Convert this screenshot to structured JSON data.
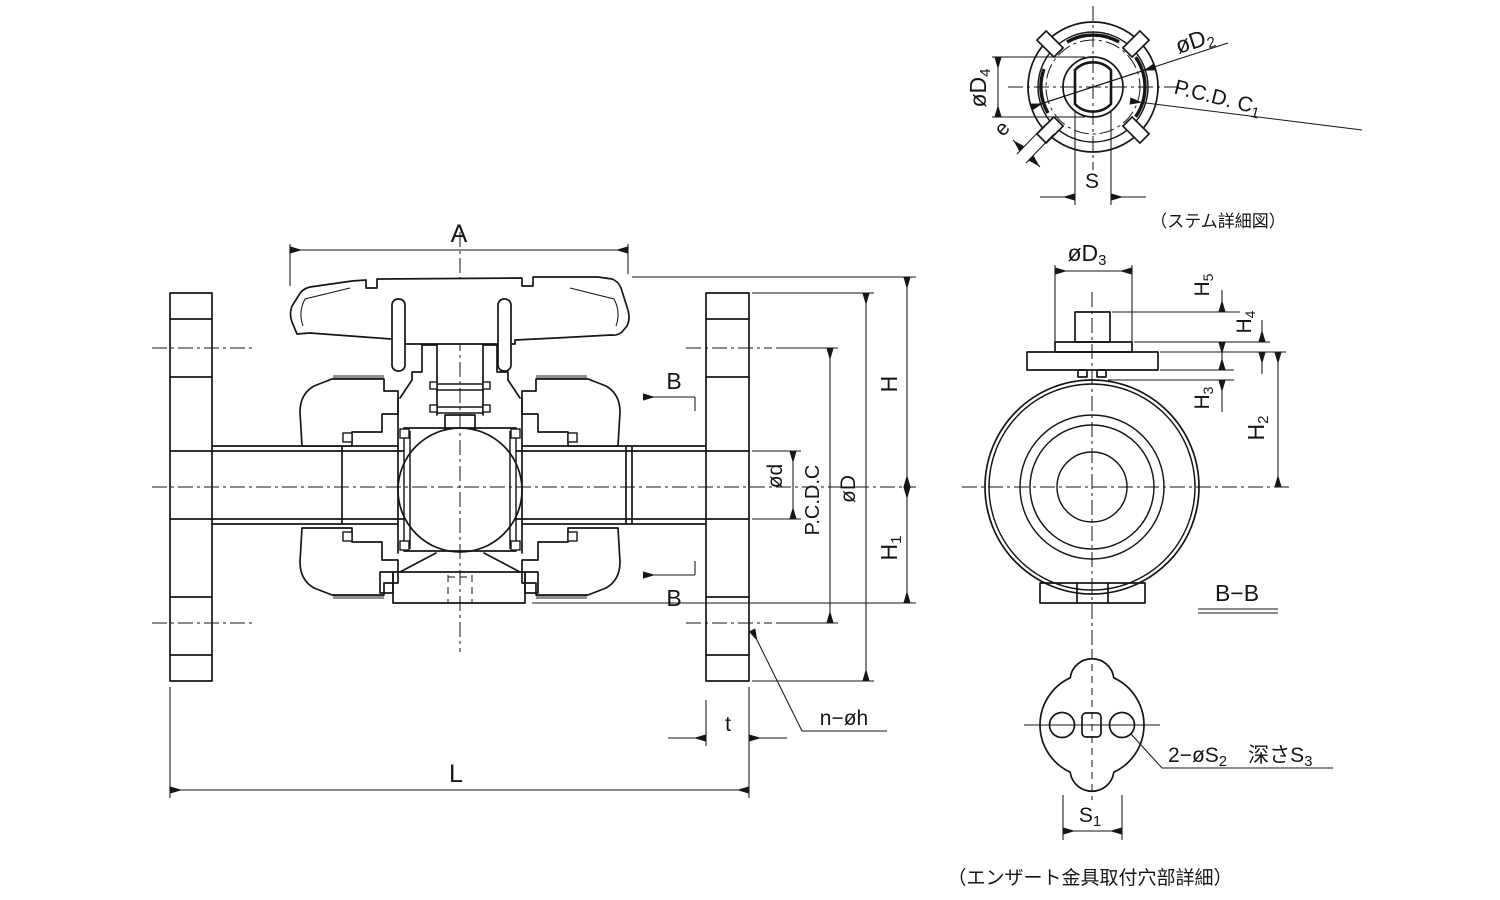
{
  "colors": {
    "line": "#161616",
    "background": "#ffffff",
    "nut_band": "#8f8f8f"
  },
  "main_view": {
    "dim_labels": {
      "A": "A",
      "L": "L",
      "t": "t",
      "n_holes": "n−øh",
      "section_top": "B",
      "section_bottom": "B",
      "height_upper": "H",
      "height_lower_base": "H",
      "height_lower_sub": "1",
      "flange_od": "øD",
      "bore": "ød",
      "bolt_circle": "P.C.D.C"
    }
  },
  "stem_detail": {
    "caption": "（ステム詳細図）",
    "dim_labels": {
      "d2_base": "øD",
      "d2_sub": "2",
      "d4_base": "øD",
      "d4_sub": "4",
      "notch_width": "e",
      "pcd_base": "P.C.D. C",
      "pcd_sub": "1",
      "flat_width": "S"
    }
  },
  "section_bb": {
    "view_label": "B−B",
    "dim_labels": {
      "d3_base": "øD",
      "d3_sub": "3",
      "h2_base": "H",
      "h2_sub": "2",
      "h3_base": "H",
      "h3_sub": "3",
      "h4_base": "H",
      "h4_sub": "4",
      "h5_base": "H",
      "h5_sub": "5"
    }
  },
  "ensat_detail": {
    "caption": "（エンザート金具取付穴部詳細）",
    "holes_label": {
      "part1": "2−øS",
      "sub1": "2",
      "part2": "　深さS",
      "sub2": "3"
    },
    "pitch_base": "S",
    "pitch_sub": "1"
  }
}
